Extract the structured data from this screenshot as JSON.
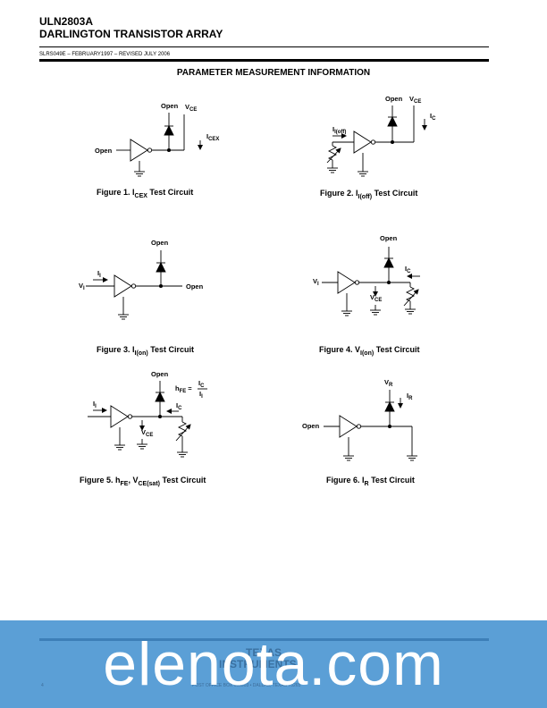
{
  "header": {
    "part": "ULN2803A",
    "title": "DARLINGTON TRANSISTOR ARRAY",
    "doc_info": "SLRS049E – FEBRUARY1997 – REVISED JULY 2006"
  },
  "section_title": "PARAMETER MEASUREMENT INFORMATION",
  "labels": {
    "open": "Open",
    "v": "V",
    "i": "I",
    "h": "h",
    "ce": "CE",
    "cex": "CEX",
    "c": "C",
    "ioff": "I(off)",
    "ion": "I(on)",
    "r": "R",
    "fe": "FE",
    "eq": "=",
    "sub_i": "I",
    "sub_c": "C",
    "sub_r": "R"
  },
  "figures": [
    {
      "label": "Figure 1. I",
      "sub": "CEX",
      "rest": " Test Circuit"
    },
    {
      "label": "Figure 2. I",
      "sub": "I(off)",
      "rest": " Test Circuit"
    },
    {
      "label": "Figure 3. I",
      "sub": "I(on)",
      "rest": " Test Circuit"
    },
    {
      "label": "Figure 4. V",
      "sub": "I(on)",
      "rest": " Test Circuit"
    },
    {
      "label": "Figure 5. h",
      "sub": "FE",
      "mid": ", V",
      "sub2": "CE(sat)",
      "rest": " Test Circuit"
    },
    {
      "label": "Figure 6. I",
      "sub": "R",
      "rest": " Test Circuit"
    }
  ],
  "watermark": {
    "brand": "elenota.com",
    "logo_line1": "TEXAS",
    "logo_line2": "INSTRUMENTS",
    "page": "4",
    "footer": "POST OFFICE BOX 655303 • DALLAS, TEXAS 75265"
  }
}
